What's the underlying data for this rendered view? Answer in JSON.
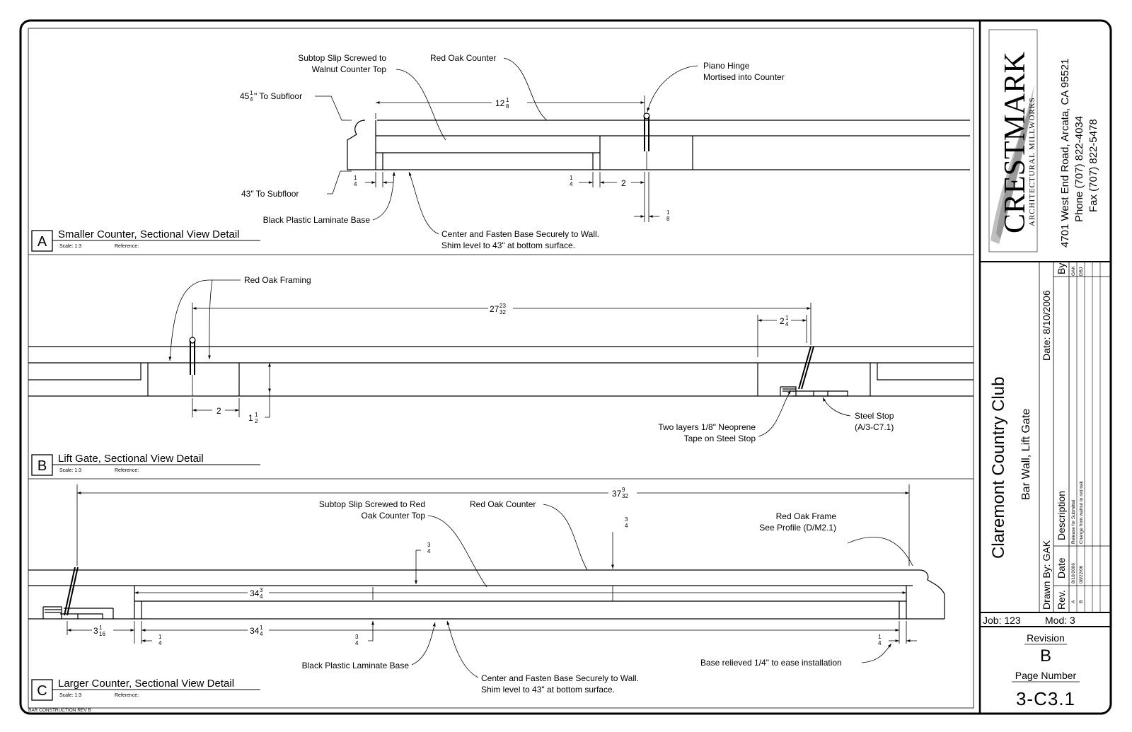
{
  "footer_note": "BAR CONSTRUCTION REV B",
  "details": {
    "a": {
      "letter": "A",
      "title": "Smaller Counter, Sectional View Detail",
      "scale": "Scale:  1:3",
      "reference": "Reference:",
      "callouts": {
        "subtop_1": "Subtop Slip Screwed to",
        "subtop_2": "Walnut Counter Top",
        "red_oak_counter": "Red Oak Counter",
        "piano_1": "Piano Hinge",
        "piano_2": "Mortised into Counter",
        "subfloor_45_whole": "45",
        "subfloor_45_num": "1",
        "subfloor_45_den": "4",
        "subfloor_45_text": "\" To Subfloor",
        "subfloor_43": "43\" To Subfloor",
        "base": "Black Plastic Laminate Base",
        "center_1": "Center and Fasten Base Securely to Wall.",
        "center_2": "Shim level to 43\" at bottom surface."
      },
      "dims": {
        "d12_whole": "12",
        "d12_num": "1",
        "d12_den": "8",
        "q1_num": "1",
        "q1_den": "4",
        "q2_num": "1",
        "q2_den": "4",
        "two": "2",
        "e_num": "1",
        "e_den": "8"
      }
    },
    "b": {
      "letter": "B",
      "title": "Lift Gate, Sectional View Detail",
      "scale": "Scale:  1:3",
      "reference": "Reference:",
      "callouts": {
        "framing": "Red Oak Framing",
        "neoprene_1": "Two layers 1/8\" Neoprene",
        "neoprene_2": "Tape on Steel Stop",
        "stop_1": "Steel Stop",
        "stop_2": "(A/3-C7.1)"
      },
      "dims": {
        "d27_whole": "27",
        "d27_num": "23",
        "d27_den": "32",
        "d2q_whole": "2",
        "d2q_num": "1",
        "d2q_den": "4",
        "two": "2",
        "d1h_whole": "1",
        "d1h_num": "1",
        "d1h_den": "2"
      }
    },
    "c": {
      "letter": "C",
      "title": "Larger Counter, Sectional View Detail",
      "scale": "Scale:  1:3",
      "reference": "Reference:",
      "callouts": {
        "subtop_1": "Subtop Slip Screwed to Red",
        "subtop_2": "Oak Counter Top",
        "red_oak_counter": "Red Oak Counter",
        "frame_1": "Red Oak Frame",
        "frame_2": "See Profile (D/M2.1)",
        "base": "Black Plastic Laminate Base",
        "center_1": "Center and Fasten Base Securely to Wall.",
        "center_2": "Shim level to 43\" at bottom surface.",
        "relieved": "Base relieved 1/4\" to ease installation"
      },
      "dims": {
        "d37_whole": "37",
        "d37_num": "9",
        "d37_den": "32",
        "d34a_whole": "34",
        "d34a_num": "3",
        "d34a_den": "4",
        "d34b_whole": "34",
        "d34b_num": "1",
        "d34b_den": "4",
        "d3_whole": "3",
        "d3_num": "1",
        "d3_den": "16",
        "t1_num": "3",
        "t1_den": "4",
        "t2_num": "3",
        "t2_den": "4",
        "t3_num": "3",
        "t3_den": "4",
        "q1_num": "1",
        "q1_den": "4",
        "q2_num": "1",
        "q2_den": "4"
      }
    }
  },
  "title_block": {
    "company_name": "CRESTMARK",
    "company_tagline": "ARCHITECTURAL MILLWORKS",
    "address": "4701 West End Road, Arcata, CA 95521",
    "phone": "Phone (707) 822-4034",
    "fax": "Fax (707) 822-5478",
    "project": "Claremont Country Club",
    "sheet_title": "Bar Wall, Lift Gate",
    "drawn_by": "Drawn By:  GAK",
    "date": "Date:  8/10/2006",
    "rev_headers": {
      "rev": "Rev.",
      "date": "Date",
      "description": "Description",
      "by": "By"
    },
    "revisions": [
      {
        "rev": "A",
        "date": "8/10/2006",
        "description": "Release for Submittal",
        "by": "GAK"
      },
      {
        "rev": "B",
        "date": "08/22/06",
        "description": "Change from walnut to red oak",
        "by": "DBJ"
      }
    ],
    "job": "Job: 123",
    "mod": "Mod: 3",
    "revision_label": "Revision",
    "revision_value": "B",
    "page_label": "Page Number",
    "page_value": "3-C3.1"
  }
}
